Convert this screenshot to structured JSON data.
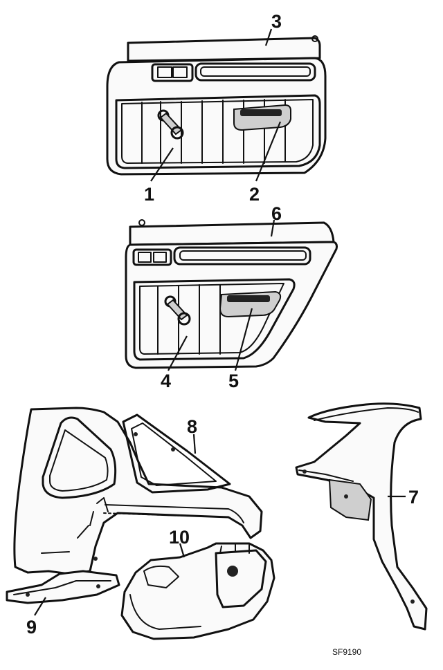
{
  "callouts": {
    "c1": "1",
    "c2": "2",
    "c3": "3",
    "c4": "4",
    "c5": "5",
    "c6": "6",
    "c7": "7",
    "c8": "8",
    "c9": "9",
    "c10": "10"
  },
  "reference_code": "SF9190",
  "colors": {
    "ink": "#111111",
    "paper": "#ffffff"
  }
}
